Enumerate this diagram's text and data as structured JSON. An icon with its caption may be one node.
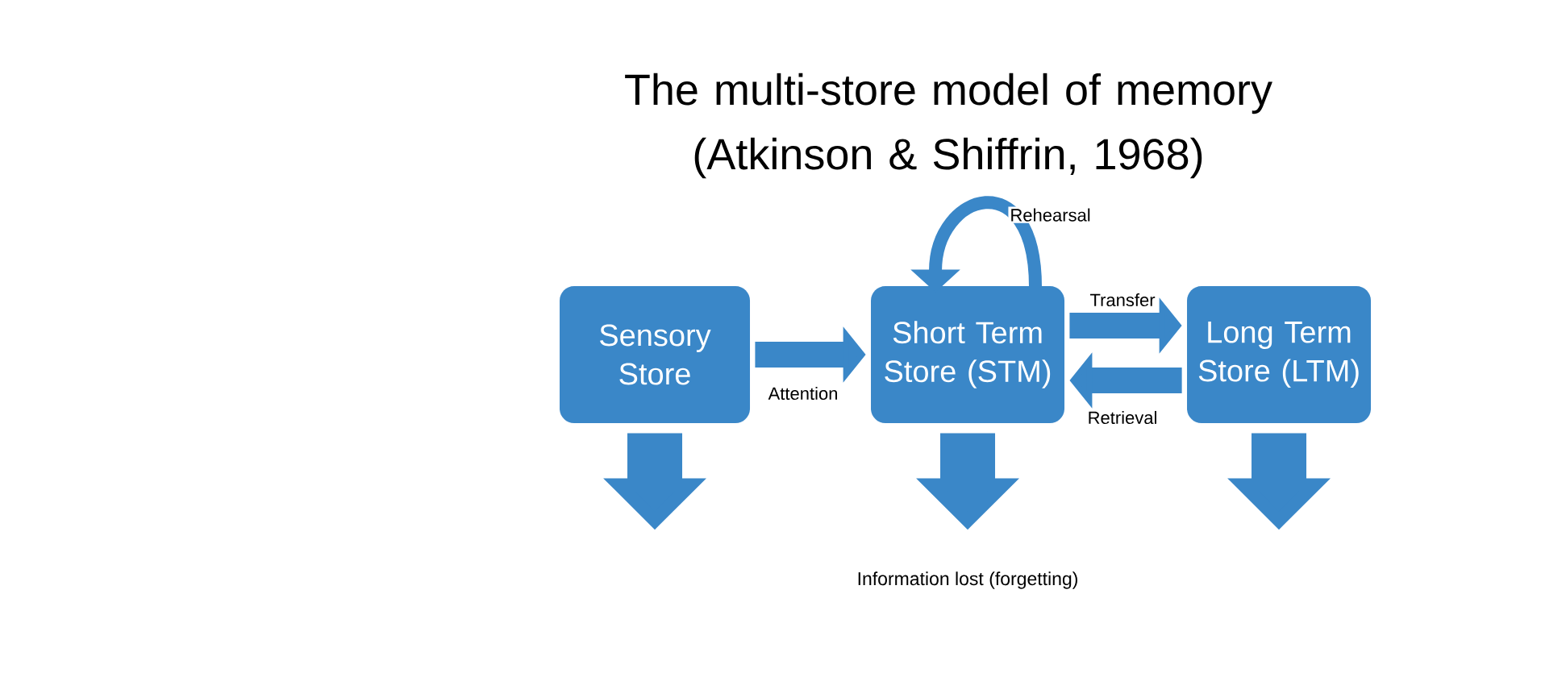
{
  "diagram": {
    "title": "The multi-store model of memory (Atkinson & Shiffrin, 1968)",
    "nodes": [
      {
        "text": [
          "Sensory Store"
        ]
      },
      {
        "text": [
          "Short Term Store (STM)"
        ]
      },
      {
        "text": [
          "Long Term Store (LTM)"
        ]
      }
    ],
    "edges": [
      {
        "from": 0,
        "to": 1,
        "arrow": "to",
        "label": "Attention"
      },
      {
        "from": 1,
        "to": 2,
        "arrow": "to",
        "label": "Transfer"
      },
      {
        "from": 2,
        "to": 1,
        "arrow": "to",
        "label": "Retrieval"
      },
      {
        "from": 1,
        "to": 1,
        "arrow": "to",
        "label": "Rehearsal"
      },
      {
        "from": 0,
        "to": null,
        "arrow": "to",
        "style": "thick"
      },
      {
        "from": 1,
        "to": null,
        "arrow": "to",
        "style": "thick"
      },
      {
        "from": 2,
        "to": null,
        "arrow": "to",
        "style": "thick"
      }
    ],
    "labels": [
      "Information lost (forgetting)"
    ]
  }
}
